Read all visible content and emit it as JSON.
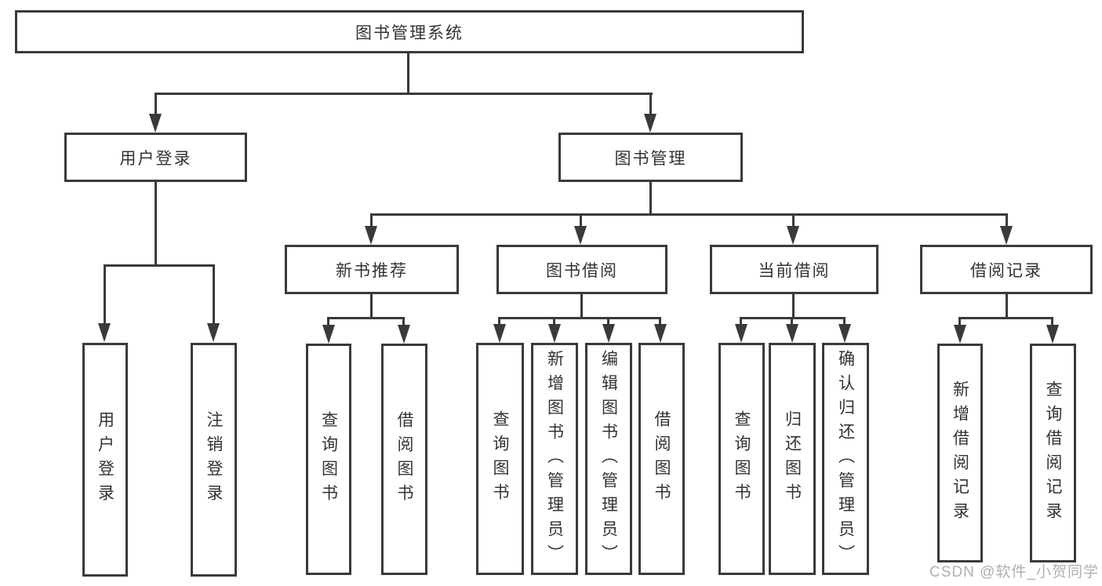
{
  "tree": {
    "label": "图书管理系统",
    "children": [
      {
        "label": "用户登录",
        "children": [
          {
            "label": "用户登录"
          },
          {
            "label": "注销登录"
          }
        ]
      },
      {
        "label": "图书管理",
        "children": [
          {
            "label": "新书推荐",
            "children": [
              {
                "label": "查询图书"
              },
              {
                "label": "借阅图书"
              }
            ]
          },
          {
            "label": "图书借阅",
            "children": [
              {
                "label": "查询图书"
              },
              {
                "label": "新增图书（管理员）"
              },
              {
                "label": "编辑图书（管理员）"
              },
              {
                "label": "借阅图书"
              }
            ]
          },
          {
            "label": "当前借阅",
            "children": [
              {
                "label": "查询图书"
              },
              {
                "label": "归还图书"
              },
              {
                "label": "确认归还（管理员）"
              }
            ]
          },
          {
            "label": "借阅记录",
            "children": [
              {
                "label": "新增借阅记录"
              },
              {
                "label": "查询借阅记录"
              }
            ]
          }
        ]
      }
    ]
  },
  "watermark": {
    "text": "CSDN @软件_小贺同学"
  },
  "colors": {
    "line": "#3a3a3a",
    "box_border": "#3a3a3a",
    "text": "#333333",
    "background": "#ffffff",
    "watermark": "#b0b0b0"
  }
}
